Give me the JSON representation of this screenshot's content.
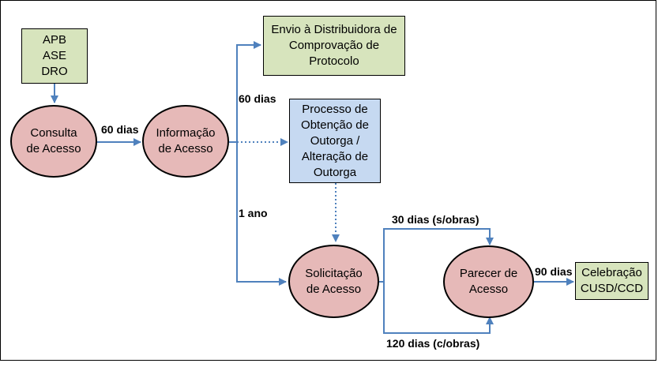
{
  "nodes": {
    "apb_box": "APB\nASE\nDRO",
    "consulta": "Consulta\nde Acesso",
    "informacao": "Informação\nde Acesso",
    "envio": "Envio à Distribuidora de\nComprovação de\nProtocolo",
    "processo": "Processo de\nObtenção de\nOutorga /\nAlteração de\nOutorga",
    "solicitacao": "Solicitação\nde Acesso",
    "parecer": "Parecer de\nAcesso",
    "celebracao": "Celebração\nCUSD/CCD"
  },
  "edge_labels": {
    "consulta_informacao": "60 dias",
    "to_envio": "60 dias",
    "to_solicitacao": "1 ano",
    "sem_obras": "30 dias (s/obras)",
    "com_obras": "120 dias (c/obras)",
    "parecer_celebracao": "90 dias"
  },
  "colors": {
    "ellipse_fill": "#e6b9b8",
    "green_box": "#d7e4bd",
    "blue_box": "#c6d9f1",
    "arrow": "#4f81bd"
  }
}
